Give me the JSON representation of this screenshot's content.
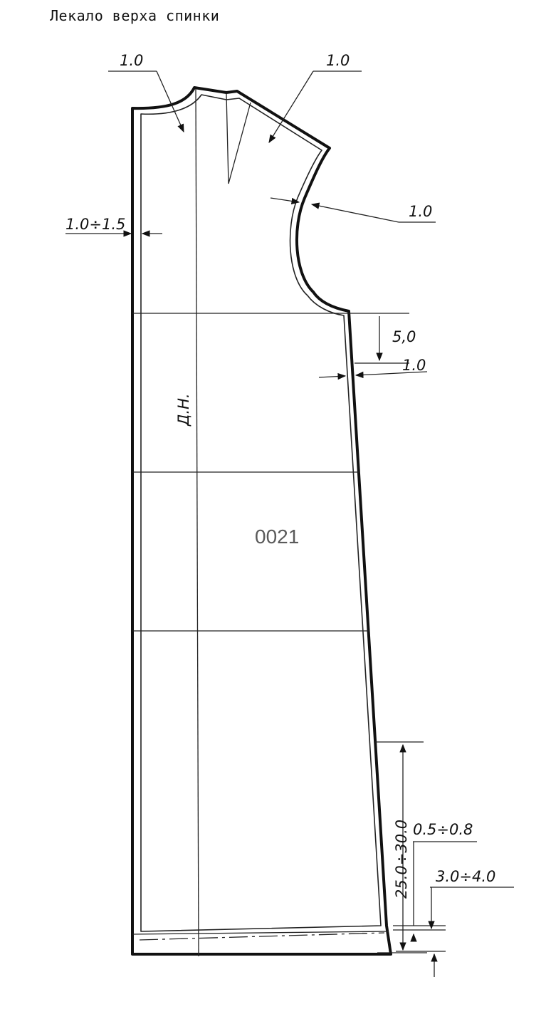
{
  "title": "Лекало верха спинки",
  "code": "0021",
  "grain_label": "Д.Н.",
  "dimensions": {
    "neck_seam": "1.0",
    "shoulder_seam": "1.0",
    "armhole_seam": "1.0",
    "center_back_seam": "1.0÷1.5",
    "side_drop": "5,0",
    "side_seam": "1.0",
    "slit_length": "25.0÷30.0",
    "hem_seam": "0.5÷0.8",
    "hem_allowance": "3.0÷4.0"
  }
}
